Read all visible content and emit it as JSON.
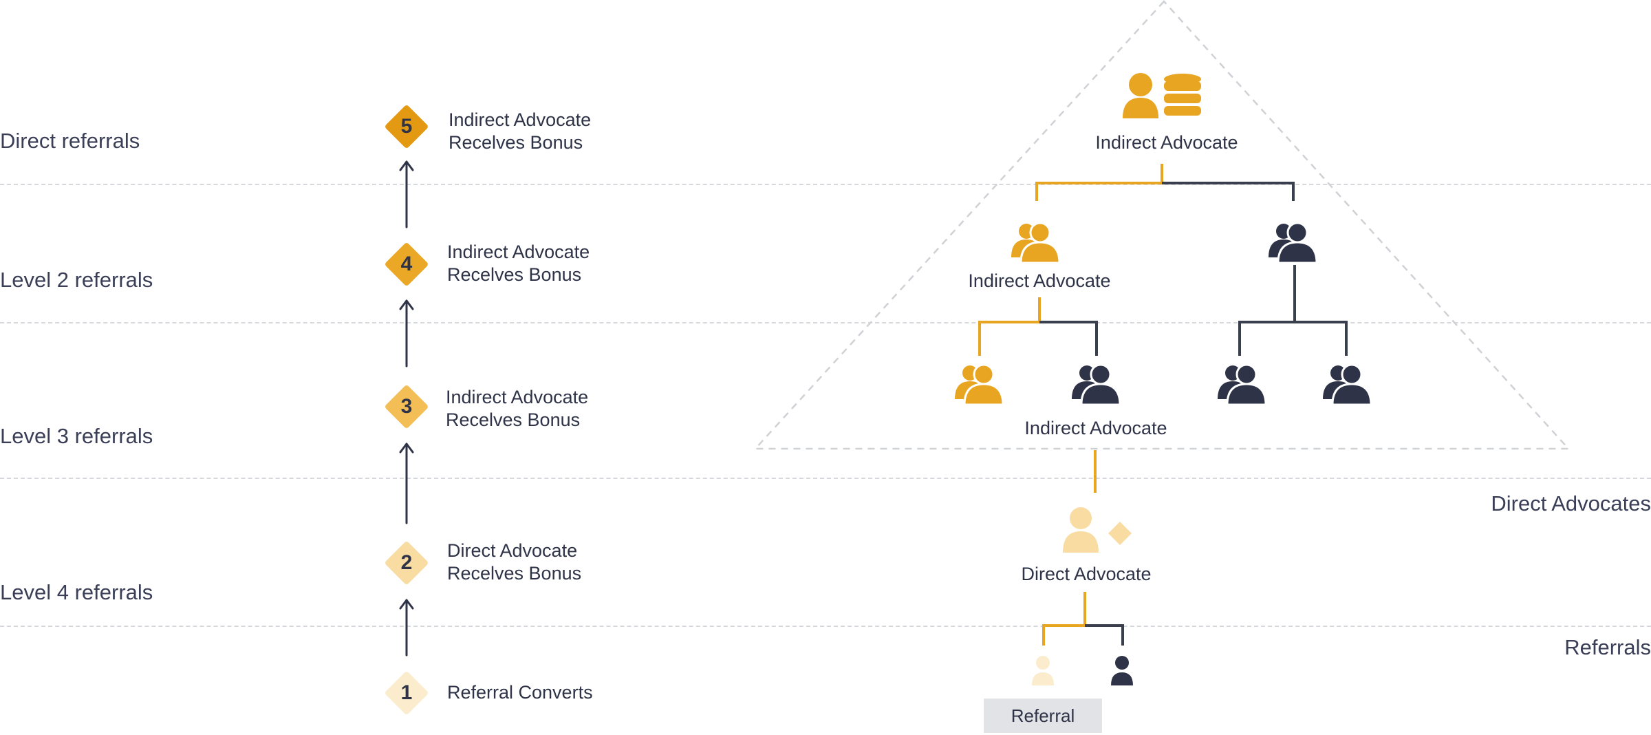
{
  "levels": {
    "direct": "Direct referrals",
    "level2": "Level 2 referrals",
    "level3": "Level 3 referrals",
    "level4": "Level 4 referrals"
  },
  "right_labels": {
    "direct_advocates": "Direct  Advocates",
    "referrals": "Referrals"
  },
  "steps": [
    {
      "num": "1",
      "line1": "Referral  Converts",
      "line2": ""
    },
    {
      "num": "2",
      "line1": "Direct Advocate",
      "line2": "Recelves Bonus"
    },
    {
      "num": "3",
      "line1": "Indirect Advocate",
      "line2": "Recelves Bonus"
    },
    {
      "num": "4",
      "line1": "Indirect Advocate",
      "line2": "Recelves Bonus"
    },
    {
      "num": "5",
      "line1": "Indirect Advocate",
      "line2": "Recelves Bonus"
    }
  ],
  "tree": {
    "top": "Indirect Advocate",
    "left_mid": "Indirect Advocate",
    "lower_mid": "Indirect Advocate",
    "direct": "Direct Advocate",
    "referral": "Referral"
  },
  "colors": {
    "gold": "#e8a522",
    "gold_dark": "#e39a12",
    "light_gold": "#f8dca2",
    "pale_gold": "#fbeccd",
    "navy": "#2e3347",
    "line_navy": "#3a3f4e",
    "dashed": "#cfd1d5"
  },
  "icons": [
    "person-coins-icon",
    "users-gold-icon",
    "users-navy-icon",
    "person-diamond-icon",
    "person-icon"
  ]
}
